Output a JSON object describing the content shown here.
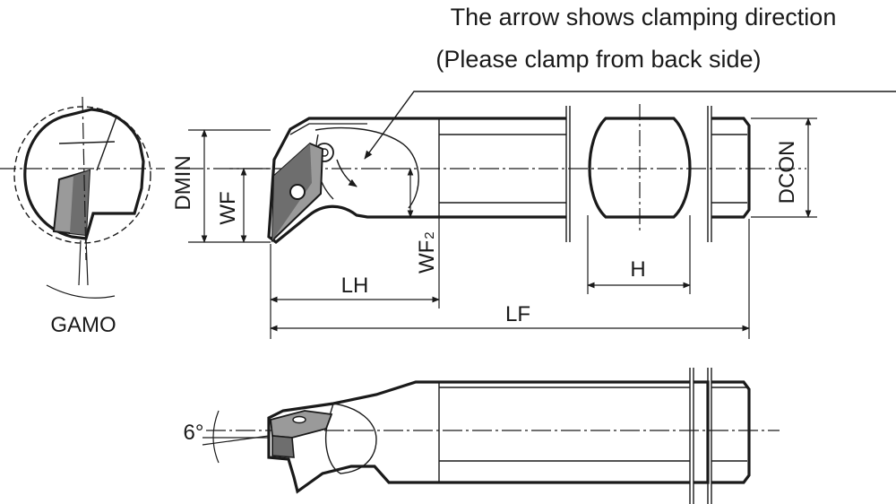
{
  "note": {
    "line1": "The arrow shows clamping direction",
    "line2": "(Please clamp from back side)"
  },
  "dimensions": {
    "dmin": "DMIN",
    "wf": "WF",
    "wf2_base": "WF",
    "wf2_sub": "2",
    "lh": "LH",
    "lf": "LF",
    "h": "H",
    "dcon": "DCON",
    "gamo": "GAMO",
    "angle": "6°"
  },
  "colors": {
    "line": "#1a1a1a",
    "insert_fill": "#9a9a9a",
    "insert_face": "#6e6e6e",
    "hole_fill": "#ffffff"
  }
}
